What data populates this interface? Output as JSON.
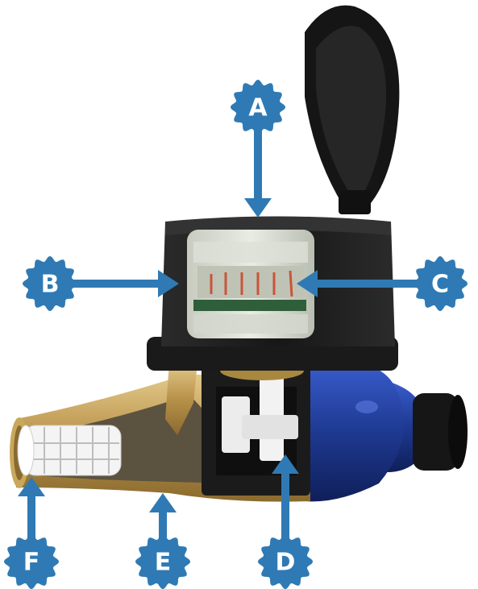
{
  "colors": {
    "accent": "#2f7ab4",
    "meter_blue": "#1f3a93",
    "brass": "#c9a85c",
    "lid_black": "#1a1a1a"
  },
  "labels": [
    {
      "id": "A",
      "text": "A"
    },
    {
      "id": "B",
      "text": "B"
    },
    {
      "id": "C",
      "text": "C"
    },
    {
      "id": "D",
      "text": "D"
    },
    {
      "id": "E",
      "text": "E"
    },
    {
      "id": "F",
      "text": "F"
    }
  ]
}
